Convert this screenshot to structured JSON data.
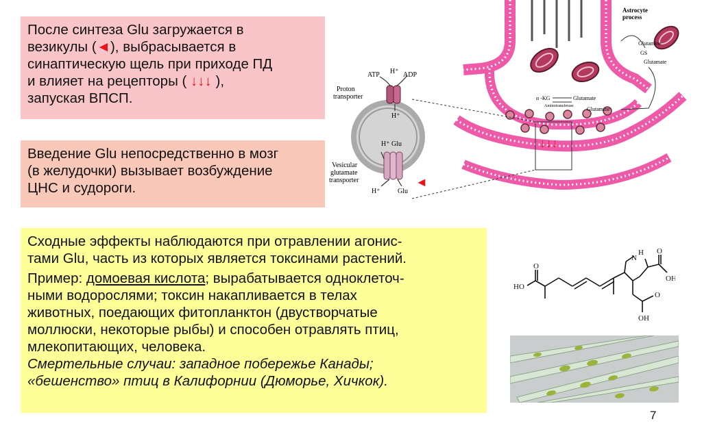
{
  "box1": {
    "l1": "После синтеза Glu загружается в",
    "l2a": "везикулы (",
    "l2arrow": "◄",
    "l2b": "), выбрасывается в",
    "l3": "синаптическую щель при приходе ПД",
    "l4a": "и влияет на рецепторы ( ",
    "l4arrows": "↓↓↓",
    "l4b": " ),",
    "l5": "запуская ВПСП."
  },
  "box2": {
    "l1": "Введение Glu непосредственно в мозг",
    "l2": "(в желудочки) вызывает  возбуждение",
    "l3": "ЦНС и судороги."
  },
  "box3": {
    "p1l1": "Сходные эффекты наблюдаются при отравлении агонис-",
    "p1l2": "тами Glu, часть из которых является токсинами растений.",
    "p2l1a": "Пример: ",
    "p2link": "домоевая кислота",
    "p2l1b": "; вырабатывается  одноклеточ-",
    "p2l2": "ными водорослями; токсин накапливается в телах",
    "p2l3": "животных, поедающих фитопланктон (двустворчатые",
    "p2l4": "моллюски, некоторые рыбы) и способен отравлять птиц,",
    "p2l5": "млекопитающих, человека.",
    "p2l6": "Смертельные случаи: западное побережье Канады;",
    "p2l7": "«бешенство» птиц в Калифорнии (Дюморье, Хичкок)."
  },
  "page_number": "7",
  "diagram": {
    "astrocyte": [
      "Astrocyte",
      "process"
    ],
    "glutamine_top": "Glutamine",
    "gs": "GS",
    "glutamate_right": "Glutamate",
    "akg": "α -KG",
    "glutamate_mid": "Glutamate",
    "aminotransferase": "Aminotransferase",
    "glutamine_mid": "Glutamine",
    "atp": "ATP",
    "hplus_top": "H⁺",
    "adp": "ADP",
    "proton": [
      "Proton",
      "transporter"
    ],
    "hplus_mid": "H⁺",
    "hplus_glu": "H⁺ Glu",
    "vesicular": [
      "Vesicular",
      "glutamate",
      "transporter"
    ],
    "hplus_bottom": "H⁺",
    "glu_bottom": "Glu",
    "red_arrow": "◄",
    "red_down_arrows": "↓↓↓"
  },
  "molecule": {
    "n": "N",
    "h": "H",
    "oh_left": "HO",
    "o_left": "O",
    "oh_right": "OH",
    "o_right": "O",
    "oh_bottom": "OH",
    "o_bottom": "O"
  },
  "colors": {
    "box1": "#f9c5c8",
    "box2": "#f9c8b9",
    "box3": "#ffff99",
    "accent_red": "#e8141b",
    "membrane_pink": "#ee5aa8"
  }
}
